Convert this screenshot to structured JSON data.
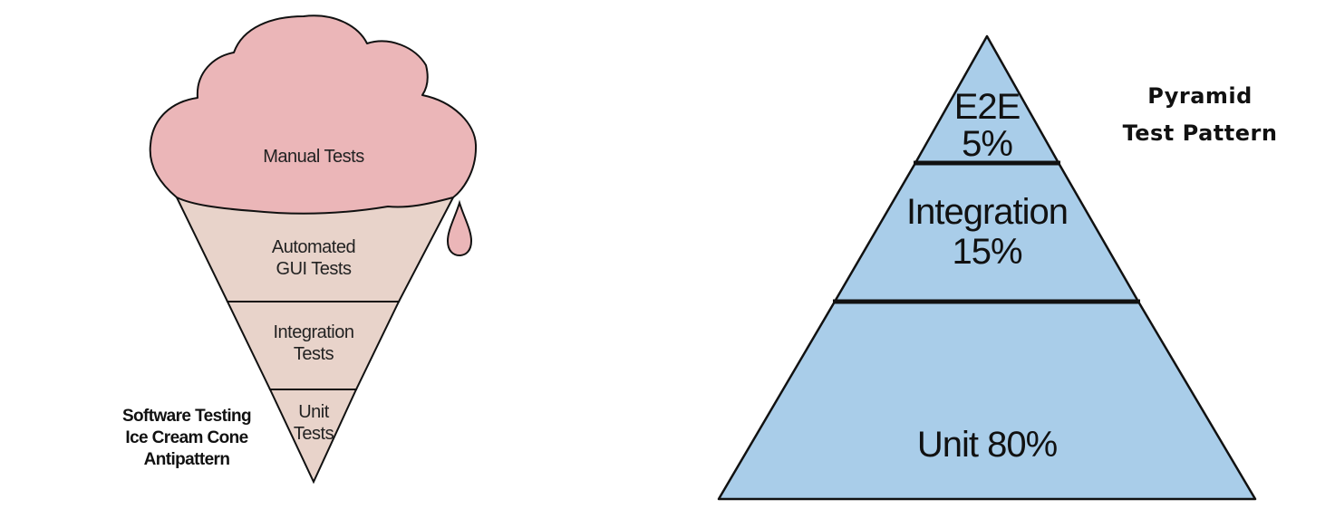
{
  "colors": {
    "background": "#ffffff",
    "ice_cream": "#ebb6b8",
    "cone": "#e8d3ca",
    "pyramid": "#a9cde9",
    "outline": "#111111"
  },
  "ice_cream_cone": {
    "scoop_label": "Manual Tests",
    "layers": [
      {
        "lines": [
          "Automated",
          "GUI Tests"
        ]
      },
      {
        "lines": [
          "Integration",
          "Tests"
        ]
      },
      {
        "lines": [
          "Unit",
          "Tests"
        ]
      }
    ],
    "caption_lines": [
      "Software Testing",
      "Ice Cream Cone",
      "Antipattern"
    ]
  },
  "pyramid": {
    "title_lines": [
      "Pyramid",
      "Test Pattern"
    ],
    "tiers": [
      {
        "name": "E2E",
        "percent": "5%"
      },
      {
        "name": "Integration",
        "percent": "15%"
      },
      {
        "name": "Unit",
        "percent": "80%",
        "label": "Unit 80%"
      }
    ]
  }
}
